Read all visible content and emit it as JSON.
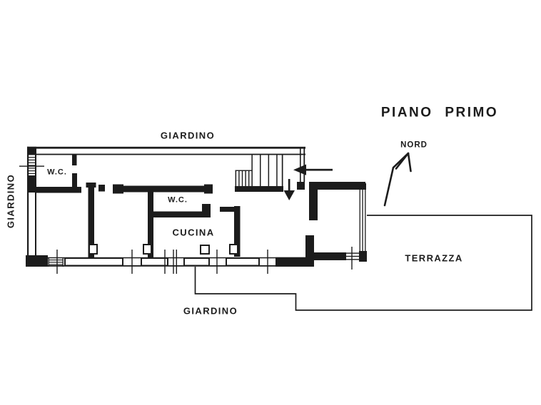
{
  "title": "PIANO PRIMO",
  "compass": {
    "label": "NORD"
  },
  "rooms": {
    "wc_top_left": "W.C.",
    "wc_middle": "W.C.",
    "kitchen": "CUCINA"
  },
  "outdoor": {
    "garden_top": "GIARDINO",
    "garden_left": "GIARDINO",
    "garden_bottom": "GIARDINO",
    "terrace": "TERRAZZA"
  },
  "colors": {
    "ink": "#1c1c1c",
    "paper": "#ffffff"
  }
}
